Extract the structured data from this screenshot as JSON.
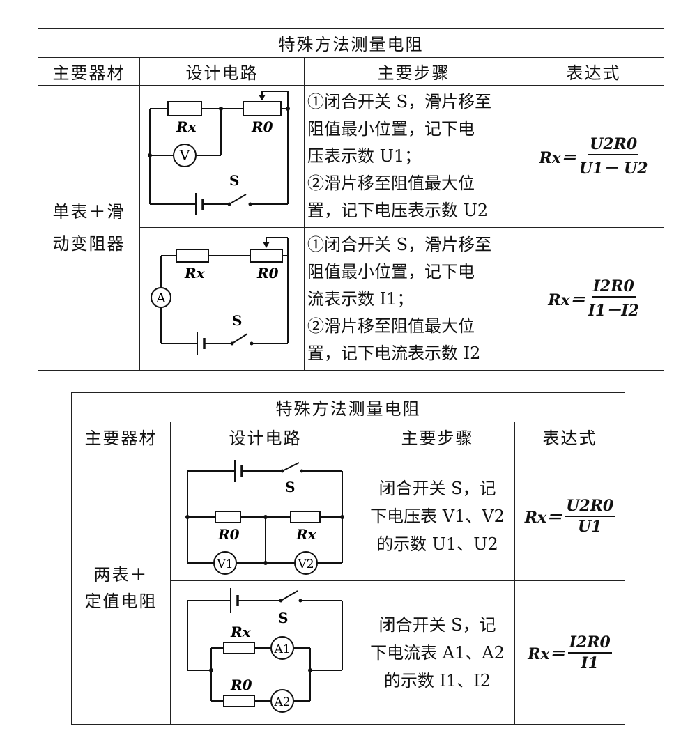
{
  "tables": [
    {
      "caption": "特殊方法测量电阻",
      "headers": [
        "主要器材",
        "设计电路",
        "主要步骤",
        "表达式"
      ],
      "material": [
        "单表＋滑",
        "动变阻器"
      ],
      "rows": [
        {
          "circuit": {
            "rx": "Rx",
            "r0": "R0",
            "meter": "V",
            "switch": "S"
          },
          "steps": [
            "①闭合开关 S，滑片移至",
            "阻值最小位置，记下电",
            "压表示数 U1；",
            "②滑片移至阻值最大位",
            "置，记下电压表示数 U2"
          ],
          "expr": {
            "lhs": "Rx＝",
            "num": "U2R0",
            "den": "U1－ U2"
          }
        },
        {
          "circuit": {
            "rx": "Rx",
            "r0": "R0",
            "meter": "A",
            "switch": "S"
          },
          "steps": [
            "①闭合开关 S，滑片移至",
            "阻值最小位置，记下电",
            "流表示数 I1；",
            "②滑片移至阻值最大位",
            "置，记下电流表示数 I2"
          ],
          "expr": {
            "lhs": "Rx＝",
            "num": "I2R0",
            "den": "I1－I2"
          }
        }
      ]
    },
    {
      "caption": "特殊方法测量电阻",
      "headers": [
        "主要器材",
        "设计电路",
        "主要步骤",
        "表达式"
      ],
      "material": [
        "两表＋",
        "定值电阻"
      ],
      "rows": [
        {
          "circuit": {
            "r0": "R0",
            "rx": "Rx",
            "meter1": "V1",
            "meter2": "V2",
            "switch": "S"
          },
          "steps": [
            "闭合开关 S，记",
            "下电压表 V1、V2",
            "的示数 U1、U2"
          ],
          "expr": {
            "lhs": "Rx＝",
            "num": "U2R0",
            "den": "U1"
          }
        },
        {
          "circuit": {
            "rx": "Rx",
            "r0": "R0",
            "meter1": "A1",
            "meter2": "A2",
            "switch": "S"
          },
          "steps": [
            "闭合开关 S，记",
            "下电流表 A1、A2",
            "的示数 I1、I2"
          ],
          "expr": {
            "lhs": "Rx＝",
            "num": "I2R0",
            "den": "I1"
          }
        }
      ]
    }
  ]
}
